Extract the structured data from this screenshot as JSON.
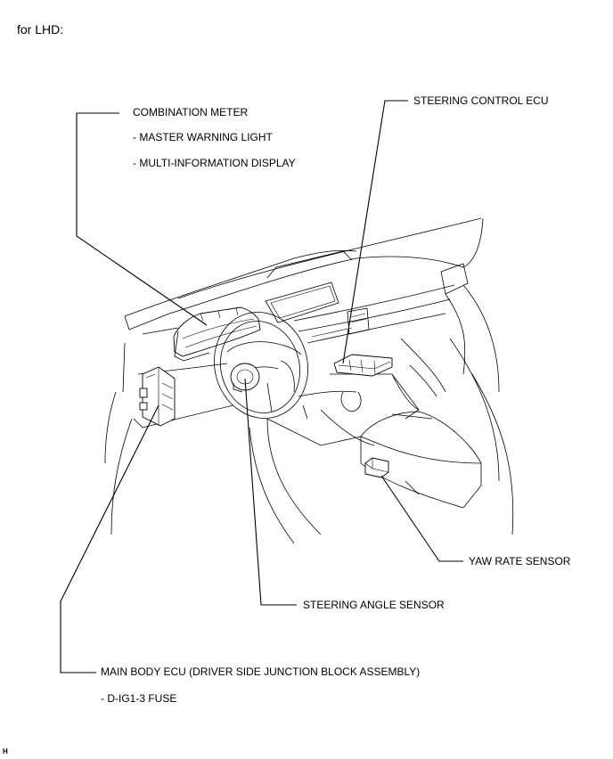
{
  "heading": "for LHD:",
  "labels": {
    "combination_meter": "COMBINATION METER",
    "master_warning_light": "- MASTER WARNING LIGHT",
    "multi_information_display": "- MULTI-INFORMATION DISPLAY",
    "steering_control_ecu": "STEERING CONTROL ECU",
    "yaw_rate_sensor": "YAW RATE SENSOR",
    "steering_angle_sensor": "STEERING ANGLE SENSOR",
    "main_body_ecu": "MAIN BODY ECU (DRIVER SIDE JUNCTION BLOCK ASSEMBLY)",
    "d_ig1_3_fuse": "- D-IG1-3 FUSE"
  },
  "figure_code": "H"
}
